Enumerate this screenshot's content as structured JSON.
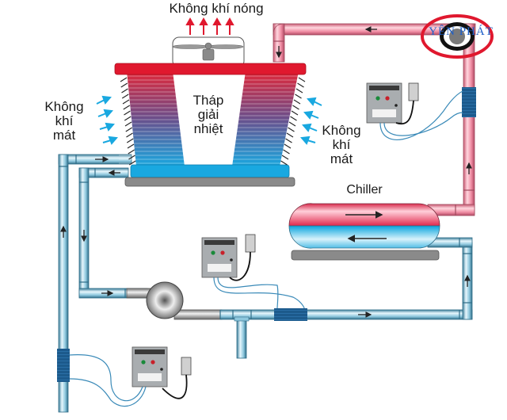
{
  "diagram": {
    "title": "Cooling tower and chiller water circuit",
    "labels": {
      "hot_air": "Không khí nóng",
      "cool_air_left_line1": "Không",
      "cool_air_left_line2": "khí",
      "cool_air_left_line3": "mát",
      "cool_air_right_line1": "Không",
      "cool_air_right_line2": "khí",
      "cool_air_right_line3": "mát",
      "tower_line1": "Tháp",
      "tower_line2": "giải",
      "tower_line3": "nhiệt",
      "chiller": "Chiller"
    },
    "logo": {
      "text": "YÊN PHÁT"
    },
    "components": [
      "cooling-tower",
      "fan",
      "chiller",
      "pump",
      "water-treatment-controller-1",
      "water-treatment-controller-2",
      "water-treatment-controller-3",
      "power-outlet",
      "pipe-coil-wrap"
    ],
    "colors": {
      "hot_pipe": "#f0a0b0",
      "cold_pipe": "#a8d4e6",
      "tower_top": "#e0182e",
      "tower_base": "#19a8e0",
      "air_arrow_hot": "#e0182e",
      "air_arrow_cool": "#19a8e0",
      "coil_wrap": "#1c5a8c",
      "controller_box": "#a9adb0"
    }
  }
}
